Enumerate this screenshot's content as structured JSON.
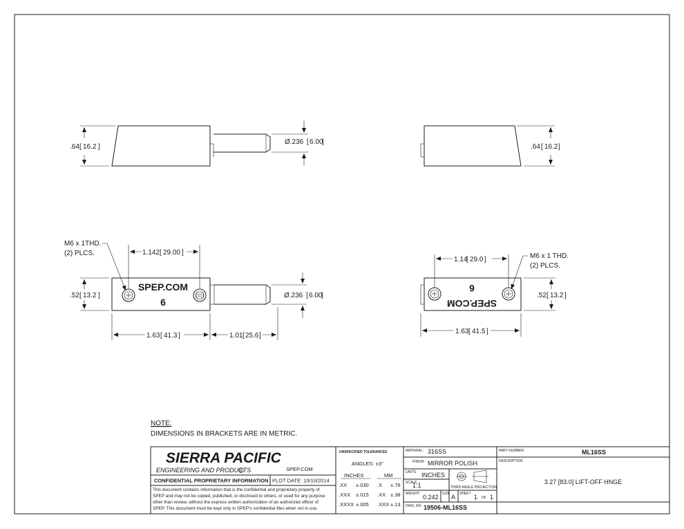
{
  "dimensions": {
    "top_left_height": ".64",
    "top_left_height_mm": "16.2",
    "top_left_pin_dia": "Ø.236",
    "top_left_pin_dia_mm": "6.00",
    "top_right_height": ".64",
    "top_right_height_mm": "16.2",
    "bottom_left_hole_spacing": "1.142",
    "bottom_left_hole_spacing_mm": "29.00",
    "bottom_left_height": ".52",
    "bottom_left_height_mm": "13.2",
    "bottom_left_pin_dia": "Ø.236",
    "bottom_left_pin_dia_mm": "6.00",
    "bottom_left_length": "1.63",
    "bottom_left_length_mm": "41.3",
    "bottom_left_pin_length": "1.01",
    "bottom_left_pin_length_mm": "25.6",
    "bottom_right_hole_spacing": "1.14",
    "bottom_right_hole_spacing_mm": "29.0",
    "bottom_right_height": ".52",
    "bottom_right_height_mm": "13.2",
    "bottom_right_length": "1.63",
    "bottom_right_length_mm": "41.5"
  },
  "callouts": {
    "left_thread_line1": "M6 x 1THD.",
    "left_thread_line2": "(2) PLCS.",
    "right_thread_line1": "M6 x 1 THD.",
    "right_thread_line2": "(2) PLCS."
  },
  "engraving": {
    "left_text": "SPEP.COM",
    "left_number": "6",
    "right_text": "SPEP.COM",
    "right_number": "6"
  },
  "notes": {
    "heading": "NOTE:",
    "line1": "DIMENSIONS IN BRACKETS ARE IN METRIC."
  },
  "title_block": {
    "company": "SIERRA PACIFIC",
    "company_sub": "ENGINEERING AND PRODUCTS",
    "website": "SPEP.COM",
    "confidential_label": "CONFIDENTIAL PROPRIETARY INFORMATION",
    "plot_date": "PLOT DATE: 10/10/2014",
    "confidential_lines": [
      "This document contains information that is the confidential and proprietary property of",
      "SPEP and may not be copied, published, or disclosed to others, or used for any purpose",
      "other than review, without the express written authorization of an authorized officer of",
      "SPEP. This document must be kept only in SPEP's confidential files when not in use."
    ],
    "tolerances_title": "UNSPECIFIED TOLERANCES",
    "angles": "ANGLES: ±3°",
    "inches_header": "INCHES",
    "mm_header": "MM",
    "tol_inch": [
      {
        "place": ".XX",
        "value": "±.030"
      },
      {
        "place": ".XXX",
        "value": "±.015"
      },
      {
        "place": ".XXXX",
        "value": "±.005"
      }
    ],
    "tol_mm": [
      {
        "place": ".X",
        "value": "±.76"
      },
      {
        "place": ".XX",
        "value": "±.38"
      },
      {
        "place": ".XXX",
        "value": "±.13"
      }
    ],
    "material_label": "MATERIAL:",
    "material": "316SS",
    "finish_label": "FINISH:",
    "finish": "MIRROR POLISH",
    "units_label": "UNITS:",
    "units": "INCHES",
    "scale_label": "SCALE:",
    "scale": "1:1",
    "projection_label": "THIRD ANGLE PROJECTION",
    "weight_label": "WEIGHT:",
    "weight": "0.242",
    "size_label": "SIZE",
    "size": "A",
    "sheet_label": "SHEET",
    "sheet_num": "1",
    "of_label": "OF",
    "sheet_total": "1",
    "dwg_label": "DWG. NO.",
    "dwg_no": "19506-ML16SS",
    "part_label": "PART NUMBER:",
    "part_number": "ML16SS",
    "desc_label": "DESCRIPTION:",
    "description": "3.27 [83.0] LIFT-OFF HNGE"
  }
}
